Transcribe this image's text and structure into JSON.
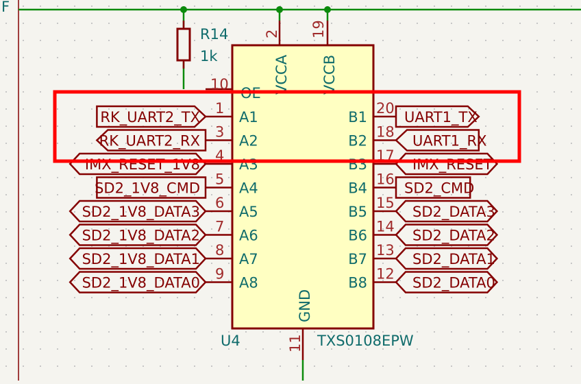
{
  "schematic": {
    "corner_mark": "F",
    "resistor": {
      "ref": "R14",
      "value": "1k"
    },
    "chip": {
      "ref": "U4",
      "part": "TXS0108EPW",
      "power_pins": {
        "vcca": "VCCA",
        "vcca_num": "2",
        "vccb": "VCCB",
        "vccb_num": "19",
        "gnd": "GND",
        "gnd_num": "11"
      },
      "oe": {
        "name": "OE",
        "num": "10"
      },
      "left_pins": [
        {
          "num": "1",
          "name": "A1",
          "label": "RK_UART2_TX",
          "shape": "output"
        },
        {
          "num": "3",
          "name": "A2",
          "label": "RK_UART2_RX",
          "shape": "input"
        },
        {
          "num": "4",
          "name": "A3",
          "label": "IMX_RESET_1V8",
          "shape": "bidir"
        },
        {
          "num": "5",
          "name": "A4",
          "label": "SD2_1V8_CMD",
          "shape": "passive"
        },
        {
          "num": "6",
          "name": "A5",
          "label": "SD2_1V8_DATA3",
          "shape": "bidir"
        },
        {
          "num": "7",
          "name": "A6",
          "label": "SD2_1V8_DATA2",
          "shape": "bidir"
        },
        {
          "num": "8",
          "name": "A7",
          "label": "SD2_1V8_DATA1",
          "shape": "bidir"
        },
        {
          "num": "9",
          "name": "A8",
          "label": "SD2_1V8_DATA0",
          "shape": "bidir"
        }
      ],
      "right_pins": [
        {
          "num": "20",
          "name": "B1",
          "label": "UART1_TX",
          "shape": "output"
        },
        {
          "num": "18",
          "name": "B2",
          "label": "UART1_RX",
          "shape": "input"
        },
        {
          "num": "17",
          "name": "B3",
          "label": "IMX_RESET",
          "shape": "bidir"
        },
        {
          "num": "16",
          "name": "B4",
          "label": "SD2_CMD",
          "shape": "passive"
        },
        {
          "num": "15",
          "name": "B5",
          "label": "SD2_DATA3",
          "shape": "bidir"
        },
        {
          "num": "14",
          "name": "B6",
          "label": "SD2_DATA2",
          "shape": "bidir"
        },
        {
          "num": "13",
          "name": "B7",
          "label": "SD2_DATA1",
          "shape": "bidir"
        },
        {
          "num": "12",
          "name": "B8",
          "label": "SD2_DATA0",
          "shape": "bidir"
        }
      ]
    },
    "colors": {
      "wire": "#0c8a0c",
      "symbol": "#840000",
      "pin_text": "#0f6b6b",
      "body_fill": "#ffffc2",
      "highlight": "#ff0000",
      "background": "#f5f4ef"
    }
  }
}
